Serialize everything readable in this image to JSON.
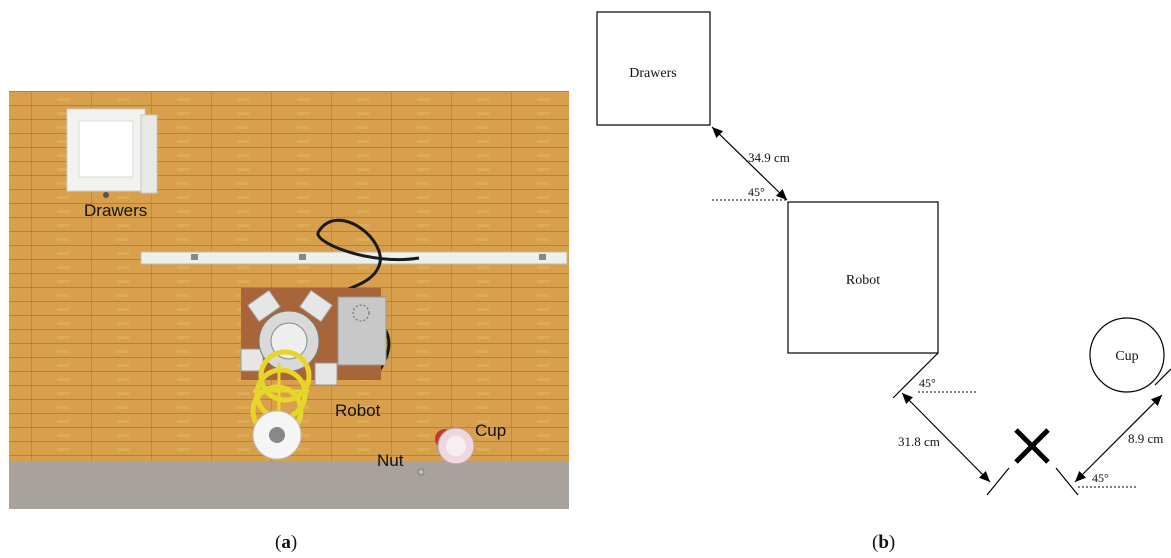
{
  "panel_a": {
    "caption_letter": "a",
    "labels": {
      "drawers": "Drawers",
      "robot": "Robot",
      "cup": "Cup",
      "nut": "Nut"
    }
  },
  "panel_b": {
    "caption_letter": "b",
    "boxes": {
      "drawers": "Drawers",
      "robot": "Robot",
      "cup": "Cup"
    },
    "distances": {
      "drawers_robot": "34.9 cm",
      "robot_target": "31.8 cm",
      "cup_target": "8.9 cm"
    },
    "angles": {
      "drawers_robot": "45°",
      "robot_target": "45°",
      "cup_target": "45°"
    },
    "target_marker": "x-mark"
  },
  "colors": {
    "floor": "#d9a04a",
    "carpet": "#a5a09a",
    "robot_yellow": "#e6d62a",
    "cup_red": "#c0392b",
    "diagram_line": "#000000"
  }
}
